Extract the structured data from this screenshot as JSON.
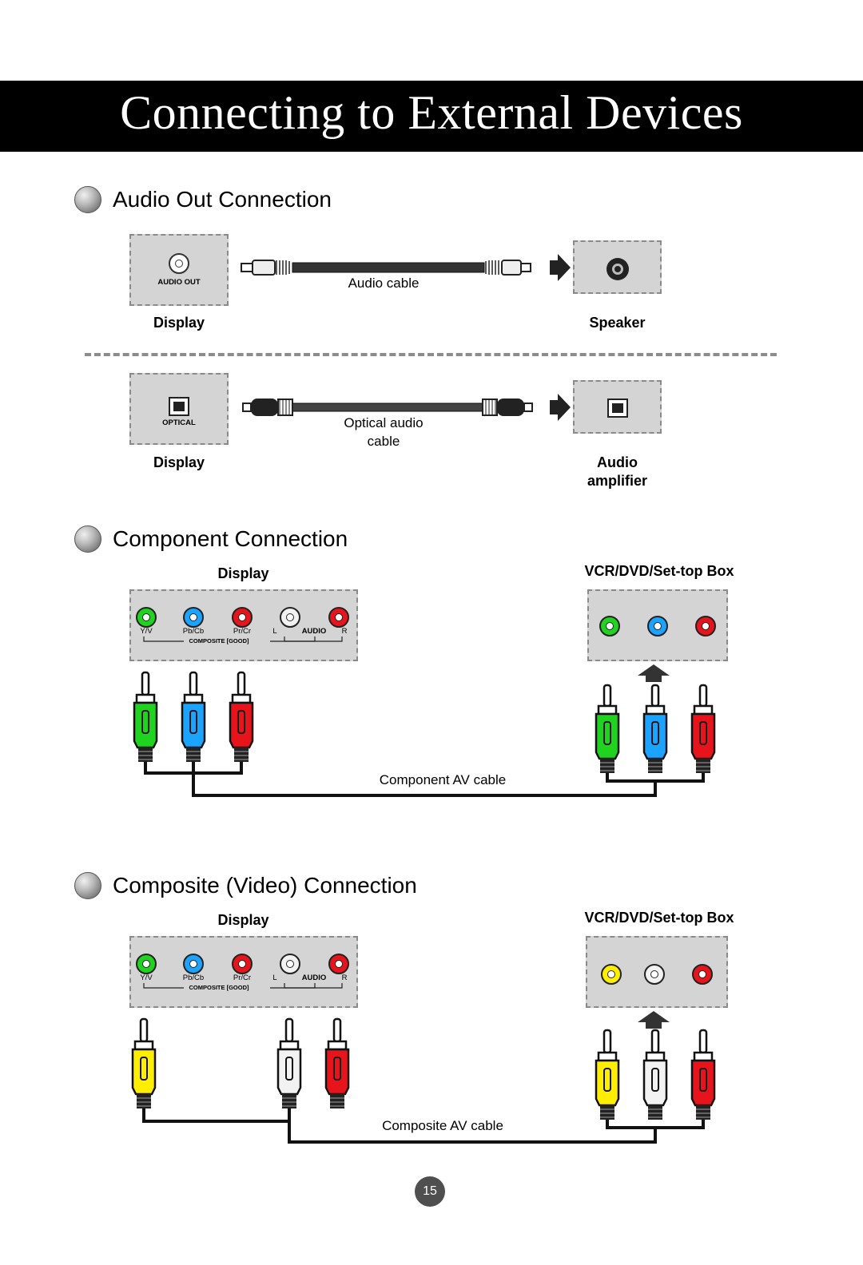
{
  "page": {
    "title": "Connecting to External Devices",
    "page_number": "15"
  },
  "audio_out": {
    "heading": "Audio Out Connection",
    "analog": {
      "display_port_label": "AUDIO OUT",
      "display_label": "Display",
      "cable_label": "Audio cable",
      "device_label": "Speaker"
    },
    "optical": {
      "display_port_label": "OPTICAL",
      "display_label": "Display",
      "cable_label_line1": "Optical audio",
      "cable_label_line2": "cable",
      "device_label_line1": "Audio",
      "device_label_line2": "amplifier"
    }
  },
  "component": {
    "heading": "Component Connection",
    "display_label": "Display",
    "device_label": "VCR/DVD/Set-top Box",
    "cable_label": "Component AV cable"
  },
  "composite": {
    "heading": "Composite (Video) Connection",
    "display_label": "Display",
    "device_label": "VCR/DVD/Set-top Box",
    "cable_label": "Composite AV cable"
  },
  "display_ports": {
    "y_v": "Y/V",
    "pb_cb": "Pb/Cb",
    "pr_cr": "Pr/Cr",
    "l": "L",
    "audio": "AUDIO",
    "r": "R",
    "composite_note": "COMPOSITE [GOOD]"
  },
  "colors": {
    "green": "#1fd31f",
    "blue": "#1aa3ff",
    "red": "#e8141c",
    "white": "#f2f2f2",
    "yellow": "#ffee00",
    "panel": "#d4d4d4"
  },
  "icons": {
    "section_bullet": "gray-sphere-icon",
    "direction_arrow": "arrow-icon"
  }
}
